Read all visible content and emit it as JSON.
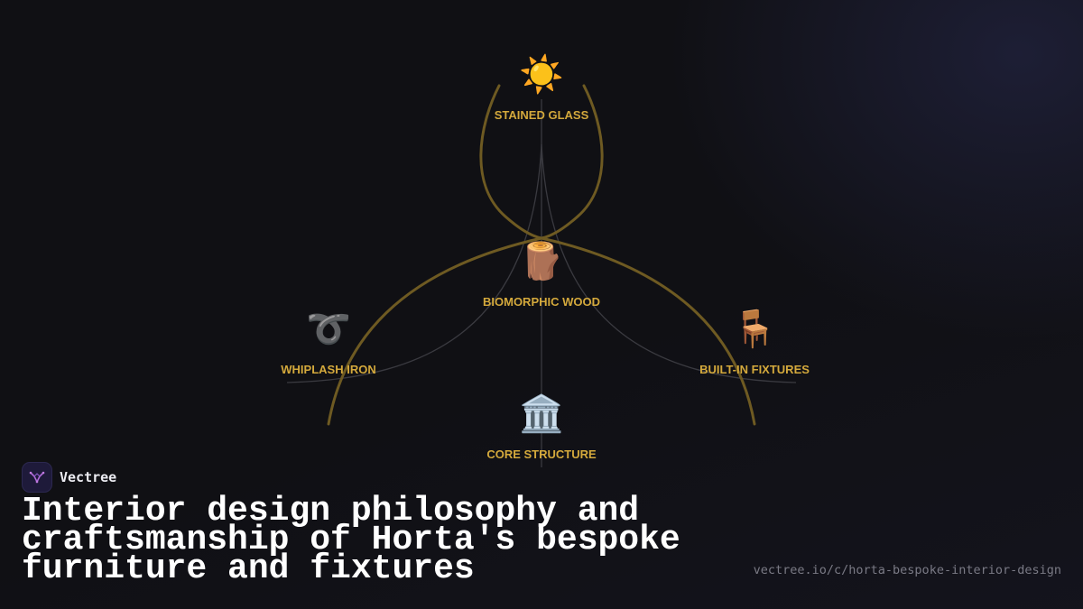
{
  "diagram": {
    "nodes": [
      {
        "id": "stained-glass",
        "label": "STAINED GLASS",
        "icon": "sun-icon",
        "glyph": "☀️"
      },
      {
        "id": "biomorphic-wood",
        "label": "BIOMORPHIC WOOD",
        "icon": "wood-log-icon",
        "glyph": "🪵"
      },
      {
        "id": "whiplash-iron",
        "label": "WHIPLASH IRON",
        "icon": "curly-loop-icon",
        "glyph": "➰"
      },
      {
        "id": "built-in-fixtures",
        "label": "BUILT-IN FIXTURES",
        "icon": "chair-icon",
        "glyph": "🪑"
      },
      {
        "id": "core-structure",
        "label": "CORE STRUCTURE",
        "icon": "classical-building-icon",
        "glyph": "🏛️"
      }
    ],
    "colors": {
      "accent": "#d4a93c",
      "arc": "#6e5a22",
      "thread": "#3a3a40"
    }
  },
  "brand": {
    "name": "Vectree",
    "logo_icon": "vectree-logo-icon"
  },
  "title": "Interior design philosophy and craftsmanship of Horta's bespoke furniture and fixtures",
  "url": "vectree.io/c/horta-bespoke-interior-design"
}
